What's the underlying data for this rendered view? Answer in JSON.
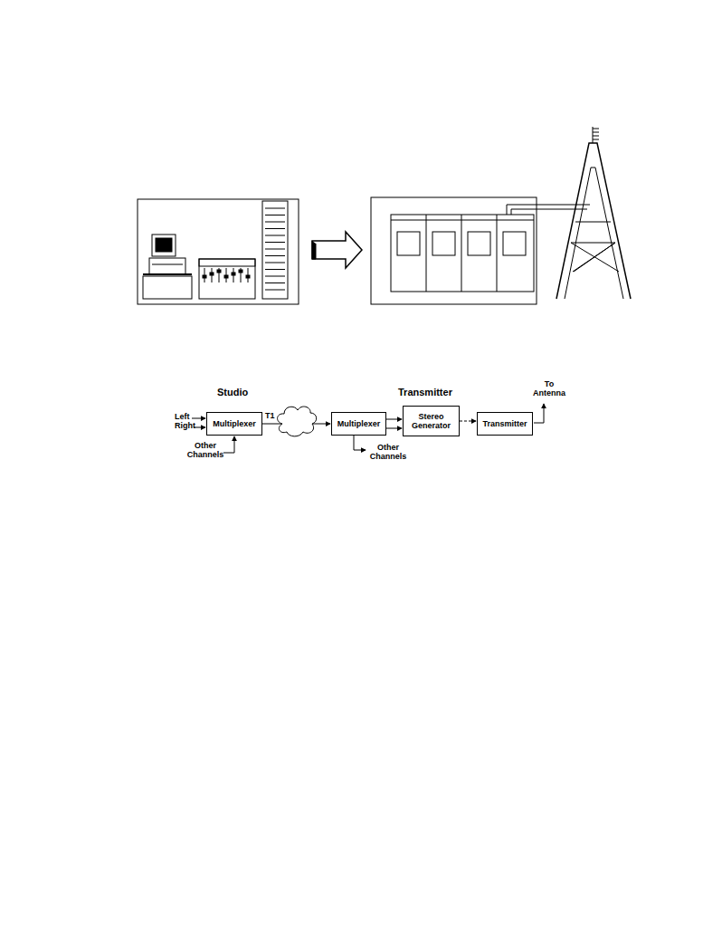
{
  "diagram": {
    "nodes": [
      {
        "text": [
          "Multiplexer"
        ]
      },
      {
        "text": [
          "Multiplexer"
        ]
      },
      {
        "text": [
          "Stereo Generator"
        ]
      },
      {
        "text": [
          "Transmitter"
        ]
      }
    ],
    "edges": [
      {
        "from": 0,
        "to": 1,
        "label": "T1",
        "arrow": "to"
      },
      {
        "from": 1,
        "to": 2,
        "arrow": "to"
      },
      {
        "from": 1,
        "to": 2,
        "arrow": "to"
      },
      {
        "from": 2,
        "to": 3,
        "arrow": "to"
      }
    ],
    "labels": [
      "Studio",
      "Transmitter",
      "Left",
      "Right",
      "Other Channels",
      "Other Channels",
      "To Antenna"
    ]
  }
}
